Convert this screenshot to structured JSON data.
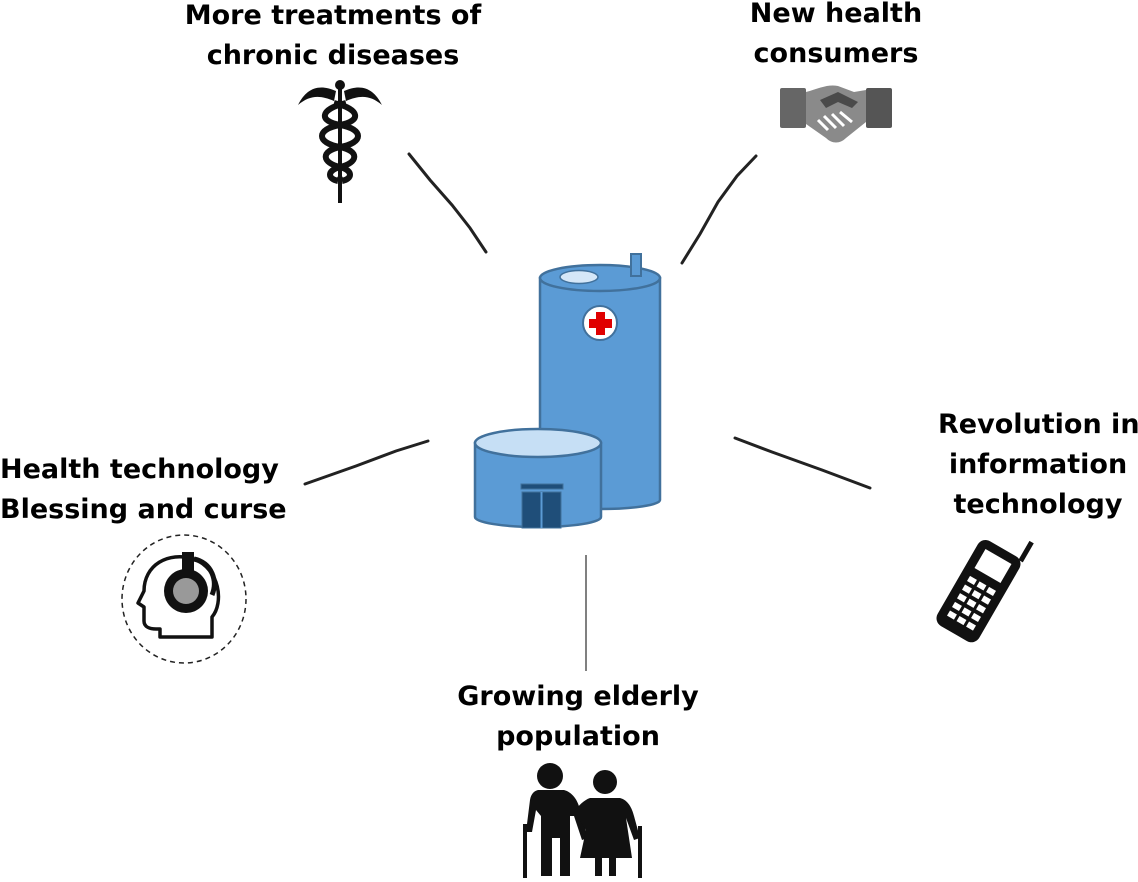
{
  "factors": {
    "chronic": {
      "line1": "More treatments of",
      "line2": "chronic diseases",
      "icon": "caduceus-icon"
    },
    "consumers": {
      "line1": "New health",
      "line2": "consumers",
      "icon": "handshake-icon"
    },
    "health_tech": {
      "line1": "Health technology",
      "line2": "Blessing and curse",
      "icon": "head-with-headphones-icon"
    },
    "it_revolution": {
      "line1": "Revolution in",
      "line2": "information",
      "line3": "technology",
      "icon": "mobile-phone-icon"
    },
    "elderly": {
      "line1": "Growing elderly",
      "line2": "population",
      "icon": "elderly-couple-icon"
    }
  },
  "center": {
    "icon": "hospital-icon"
  },
  "colors": {
    "hospital_blue": "#5b9bd5",
    "hospital_dark": "#41719c",
    "door": "#1f4e79",
    "cross": "#e00000"
  }
}
